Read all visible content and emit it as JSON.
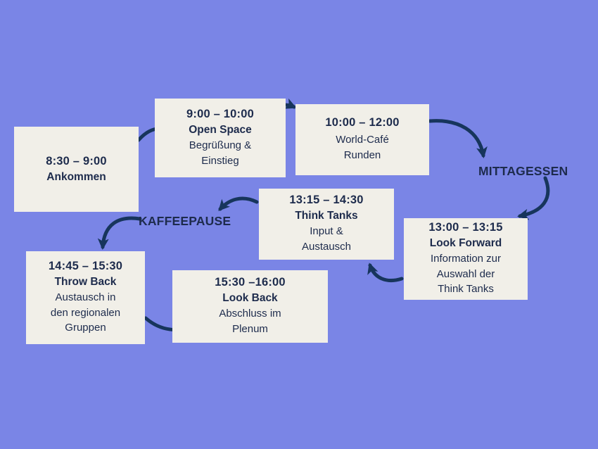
{
  "diagram": {
    "cards": [
      {
        "time": "8:30 – 9:00",
        "title": "Ankommen",
        "body": ""
      },
      {
        "time": "9:00 – 10:00",
        "title": "Open Space",
        "body": "Begrüßung &\nEinstieg"
      },
      {
        "time": "10:00 – 12:00",
        "title": "",
        "body": "World-Café\nRunden"
      },
      {
        "time": "13:00 – 13:15",
        "title": "Look Forward",
        "body": "Information zur\nAuswahl der\nThink Tanks"
      },
      {
        "time": "13:15 – 14:30",
        "title": "Think Tanks",
        "body": "Input &\nAustausch"
      },
      {
        "time": "14:45 – 15:30",
        "title": "Throw Back",
        "body": "Austausch in\nden regionalen\nGruppen"
      },
      {
        "time": "15:30 –16:00",
        "title": "Look Back",
        "body": "Abschluss im\nPlenum"
      }
    ],
    "labels": {
      "mittagessen": "MITTAGESSEN",
      "kaffeepause": "KAFFEEPAUSE"
    },
    "colors": {
      "background": "#7a85e6",
      "card": "#f1efe8",
      "text": "#1d2b4c",
      "arrow": "#17355c"
    }
  }
}
